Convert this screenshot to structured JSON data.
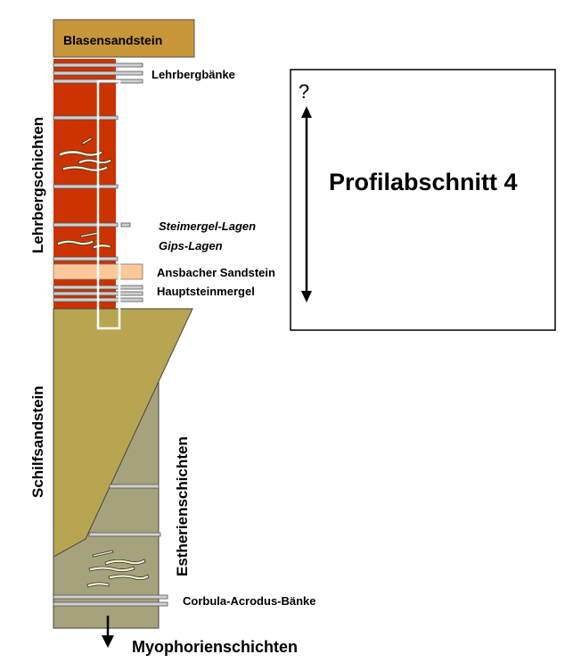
{
  "labels": {
    "blasensandstein": "Blasensandstein",
    "lehrbergbaenke": "Lehrbergbänke",
    "lehrbergschichten": "Lehrbergschichten",
    "steimergel_lagen": "Steimergel-Lagen",
    "gips_lagen": "Gips-Lagen",
    "ansbacher_sandstein": "Ansbacher Sandstein",
    "hauptsteinmergel": "Hauptsteinmergel",
    "schilfsandstein": "Schilfsandstein",
    "estherienschichten": "Estherienschichten",
    "corbula_acrodus_baenke": "Corbula-Acrodus-Bänke",
    "myophorienschichten": "Myophorienschichten"
  },
  "profile_box": {
    "question_mark": "?",
    "title": "Profilabschnitt 4"
  },
  "colors": {
    "blasensandstein": "#c8963a",
    "lehrbergschichten": "#cc3300",
    "ansbacher_sandstein": "#fcc89a",
    "schilfsandstein": "#b7a552",
    "estherienschichten": "#a6a27c",
    "bed": "#d0d0d0",
    "gypsum": "#f6f1c8"
  }
}
